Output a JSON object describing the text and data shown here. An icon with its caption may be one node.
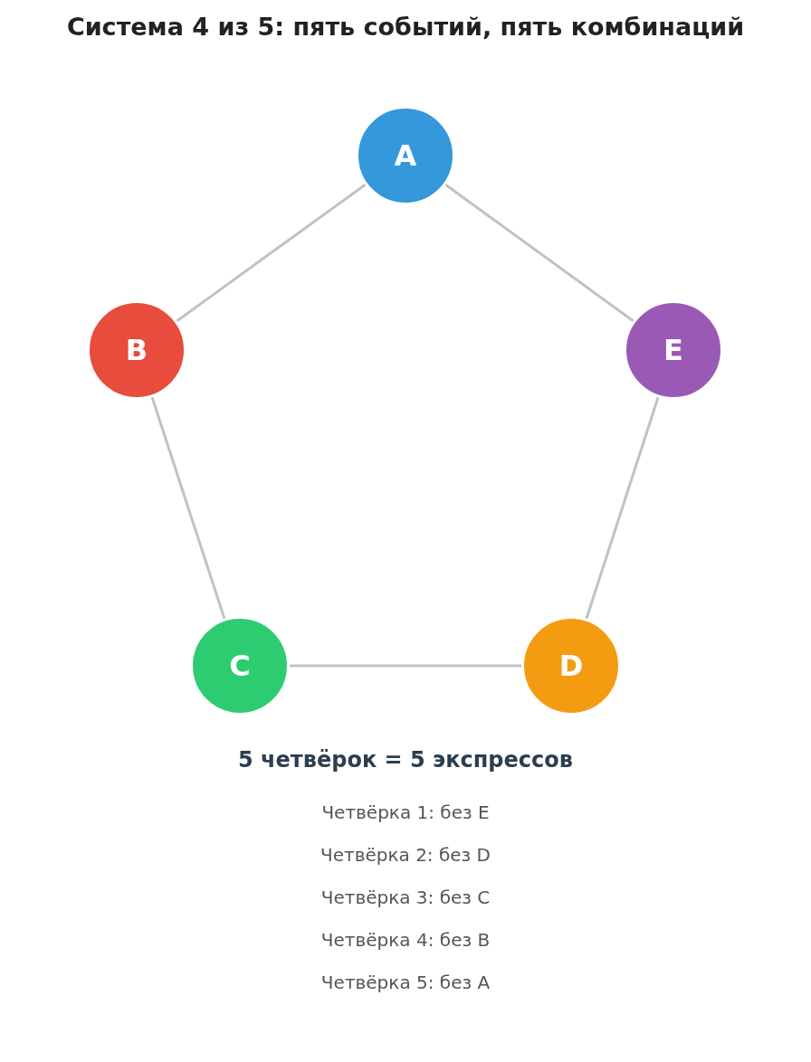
{
  "diagram": {
    "title": "Система 4 из 5: пять событий, пять комбинаций",
    "nodes": [
      {
        "text": [
          "A"
        ]
      },
      {
        "text": [
          "B"
        ]
      },
      {
        "text": [
          "E"
        ]
      },
      {
        "text": [
          "C"
        ]
      },
      {
        "text": [
          "D"
        ]
      }
    ],
    "edges": [
      {
        "from": 0,
        "to": 1,
        "arrow": "none"
      },
      {
        "from": 0,
        "to": 2,
        "arrow": "none"
      },
      {
        "from": 1,
        "to": 3,
        "arrow": "none"
      },
      {
        "from": 2,
        "to": 4,
        "arrow": "none"
      },
      {
        "from": 3,
        "to": 4,
        "arrow": "none"
      }
    ],
    "labels": [
      "5 четвёрок = 5 экспрессов",
      "Четвёрка 1: без E",
      "Четвёрка 2: без D",
      "Четвёрка 3: без C",
      "Четвёрка 4: без B",
      "Четвёрка 5: без A"
    ]
  }
}
